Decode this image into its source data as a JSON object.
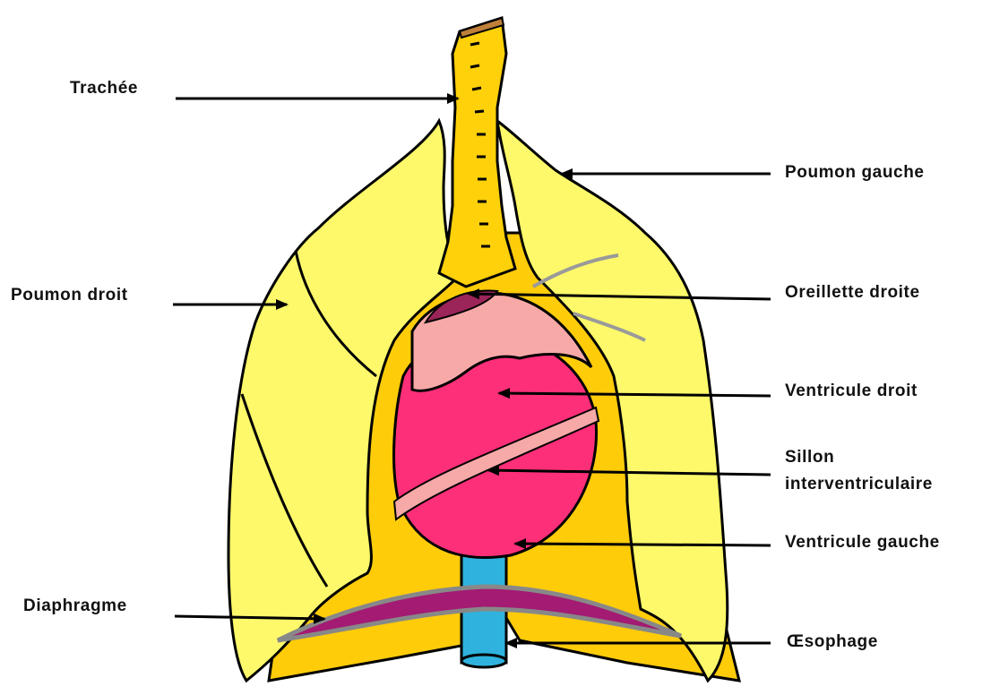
{
  "labels": {
    "trachee": "Trachée",
    "poumon_gauche": "Poumon gauche",
    "poumon_droit": "Poumon droit",
    "oreillette_droite": "Oreillette droite",
    "ventricule_droit": "Ventricule droit",
    "sillon_line1": "Sillon",
    "sillon_line2": "interventriculaire",
    "ventricule_gauche": "Ventricule gauche",
    "diaphragme": "Diaphragme",
    "oesophage": "Œsophage"
  },
  "colors": {
    "lung": "#fdf96a",
    "mediastinum": "#ffcc0a",
    "trachea": "#ffd10a",
    "atrium": "#9b2458",
    "right_ventricle": "#f7a9a8",
    "left_ventricle": "#fd2f78",
    "diaphragm": "#a31b72",
    "esophagus": "#2fb3de",
    "outline": "#000000",
    "vessel_line": "#9a9a9a"
  }
}
